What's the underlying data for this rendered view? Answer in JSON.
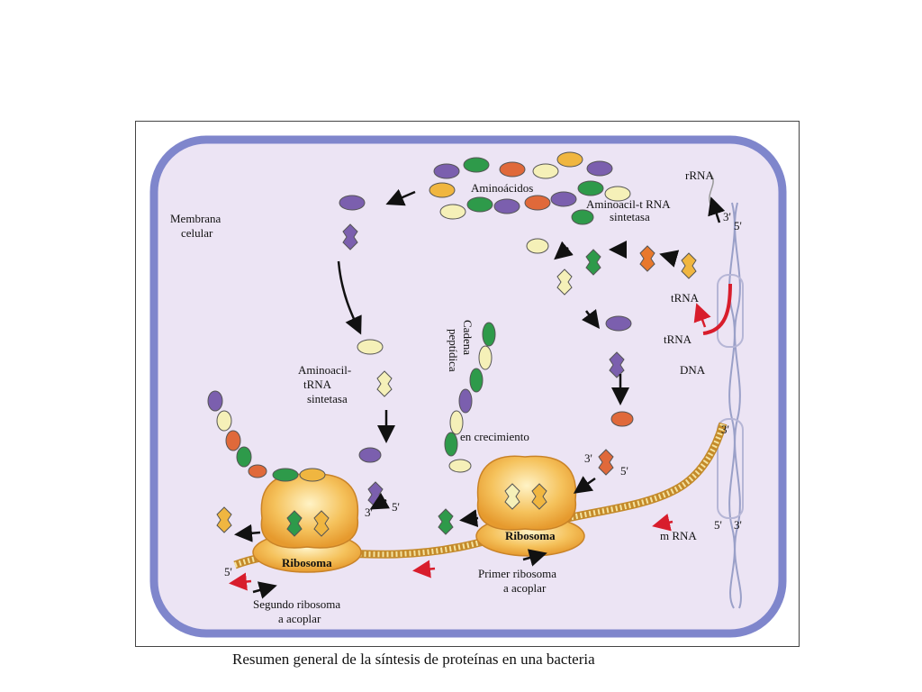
{
  "caption": "Resumen general de la síntesis de proteínas en una bacteria",
  "labels": {
    "membrana_1": "Membrana",
    "membrana_2": "celular",
    "aminoacidos": "Aminoácidos",
    "aminoacil_top_1": "Aminoacil-t RNA",
    "aminoacil_top_2": "sintetasa",
    "rrna": "rRNA",
    "trna_1": "tRNA",
    "trna_2": "tRNA",
    "dna": "DNA",
    "aminoacil_mid_1": "Aminoacil-",
    "aminoacil_mid_2": "tRNA",
    "aminoacil_mid_3": "sintetasa",
    "cadena_1": "Cadena",
    "cadena_2": "peptídica",
    "en_crecimiento": "en crecimiento",
    "ribosoma_1": "Ribosoma",
    "ribosoma_2": "Ribosoma",
    "mrna": "m RNA",
    "primer_1": "Primer ribosoma",
    "primer_2": "a acoplar",
    "segundo_1": "Segundo ribosoma",
    "segundo_2": "a acoplar",
    "five_prime_a": "5'",
    "five_prime_b": "5'",
    "five_prime_c": "5'",
    "five_prime_d": "5'",
    "five_prime_e": "5'",
    "three_prime_a": "3'",
    "three_prime_b": "3'",
    "three_prime_c": "3'",
    "three_prime_d": "3'",
    "three_prime_e": "3'"
  },
  "colors": {
    "membrane": "#7f86cc",
    "cytoplasm": "#ece4f4",
    "ribosome": "#f2b34a",
    "mrna": "#f4e3a0",
    "red_arrow": "#d81d2c",
    "aa_purple": "#7b5fae",
    "aa_green": "#2e9a4a",
    "aa_orange": "#e0693a",
    "aa_yellow": "#f5f0b8",
    "trna_orange": "#e8782c",
    "trna_yellow": "#f0b640"
  }
}
